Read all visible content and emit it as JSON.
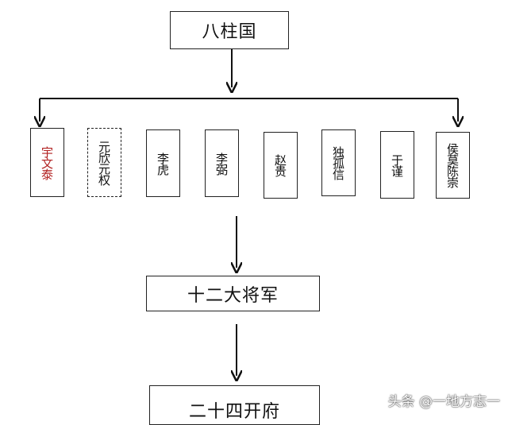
{
  "top": {
    "label": "八柱国"
  },
  "pillars": [
    {
      "label": "宇文泰",
      "style": "highlight",
      "color": "#b22222"
    },
    {
      "label": "元欣元权",
      "style": "dashed"
    },
    {
      "label": "李虎",
      "style": "normal"
    },
    {
      "label": "李弼",
      "style": "normal"
    },
    {
      "label": "赵贵",
      "style": "normal"
    },
    {
      "label": "独孤信",
      "style": "normal"
    },
    {
      "label": "于谨",
      "style": "normal"
    },
    {
      "label": "侯莫陈崇",
      "style": "normal"
    }
  ],
  "generals": {
    "label": "十二大将军"
  },
  "bottom": {
    "label": "二十四开府"
  },
  "watermark": {
    "label": "头条 @一地方志一"
  }
}
